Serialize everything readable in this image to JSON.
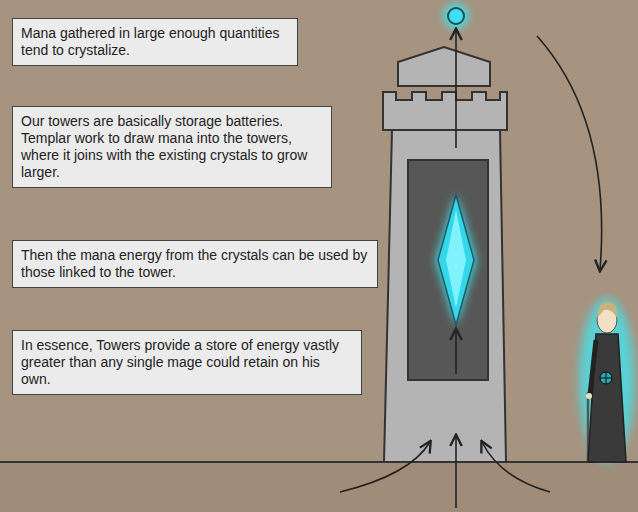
{
  "diagram": {
    "nodes": [
      {
        "text": [
          "Mana gathered in large enough quantities tend to crystalize."
        ]
      },
      {
        "text": [
          "Our towers are basically storage batteries. Templar work to draw mana into the towers, where it joins with the existing crystals to grow larger."
        ]
      },
      {
        "text": [
          "Then the mana energy from the crystals can be used by those linked to the tower."
        ]
      },
      {
        "text": [
          "In essence, Towers provide a store of energy vastly greater than any single mage could retain on his own."
        ]
      }
    ]
  }
}
